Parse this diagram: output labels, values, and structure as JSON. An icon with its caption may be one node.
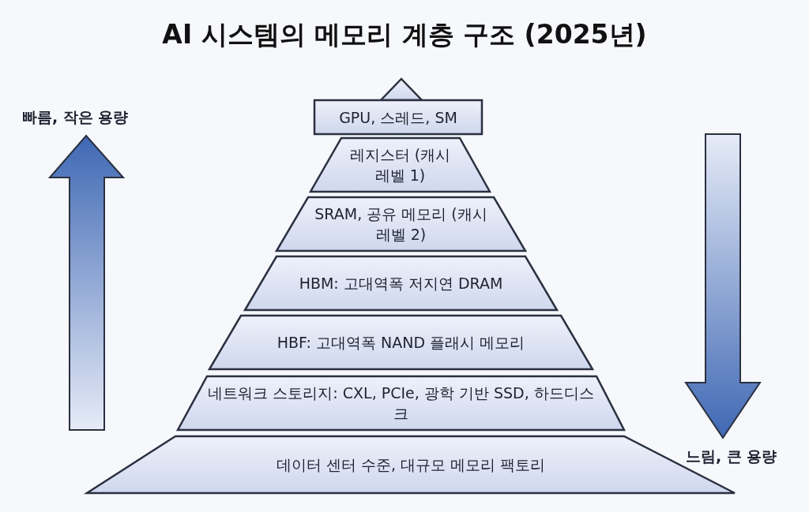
{
  "diagram": {
    "title": "AI 시스템의 메모리 계층 구조 (2025년)",
    "nodes": [
      {
        "text": [],
        "shape": "triangle"
      },
      {
        "text": [
          "GPU, 스레드, SM"
        ]
      },
      {
        "text": [
          "레지스터 (캐시 레벨 1)"
        ]
      },
      {
        "text": [
          "SRAM, 공유 메모리 (캐시 레벨 2)"
        ]
      },
      {
        "text": [
          "HBM: 고대역폭 저지연 DRAM"
        ]
      },
      {
        "text": [
          "HBF: 고대역폭 NAND 플래시 메모리"
        ]
      },
      {
        "text": [
          "네트워크 스토리지: CXL, PCIe, 광학 기반 SSD, 하드디스크"
        ]
      },
      {
        "text": [
          "데이터 센터 수준, 대규모 메모리 팩토리"
        ]
      }
    ],
    "labels": [
      "빠름, 작은 용량",
      "느림, 큰 용량"
    ]
  }
}
